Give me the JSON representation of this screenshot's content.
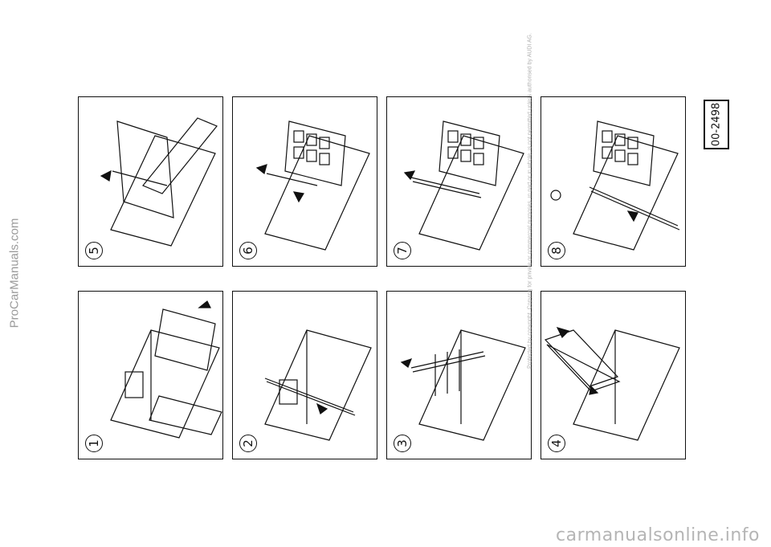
{
  "watermarks": {
    "side": "ProCarManuals.com",
    "bottom": "carmanualsonline.info"
  },
  "figure": {
    "ref": "00-2498",
    "copyright": "Protected by copyright. Copying for private or commercial purposes, in part or in whole, is not permitted unless authorised by AUDI AG."
  },
  "steps": [
    {
      "number": "1"
    },
    {
      "number": "2"
    },
    {
      "number": "3"
    },
    {
      "number": "4"
    },
    {
      "number": "5"
    },
    {
      "number": "6"
    },
    {
      "number": "7"
    },
    {
      "number": "8"
    }
  ]
}
